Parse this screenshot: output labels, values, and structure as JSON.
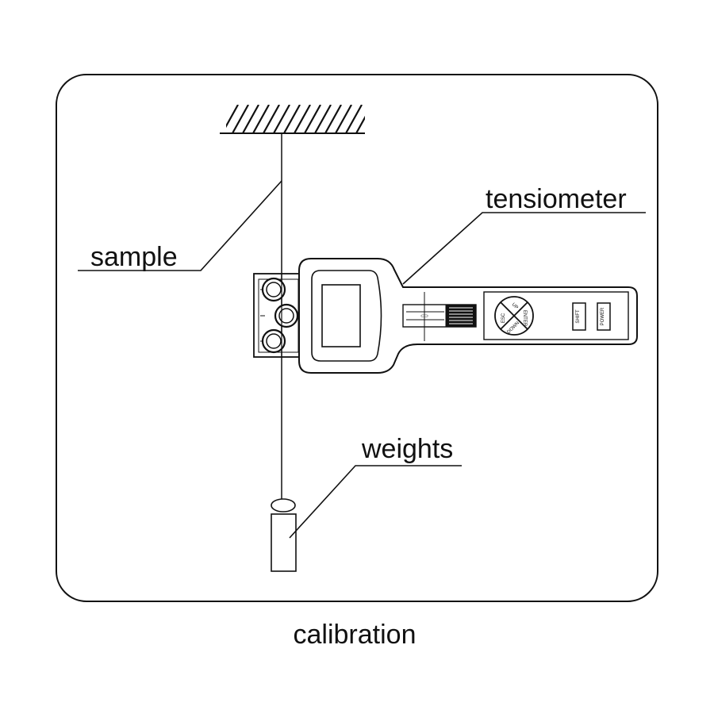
{
  "labels": {
    "sample": "sample",
    "tensiometer": "tensiometer",
    "weights": "weights"
  },
  "caption": "calibration",
  "device": {
    "button_left": "SHIFT",
    "button_right": "POWER",
    "keypad": [
      "UP",
      "DOWN",
      "ENTER",
      "ESC"
    ]
  }
}
